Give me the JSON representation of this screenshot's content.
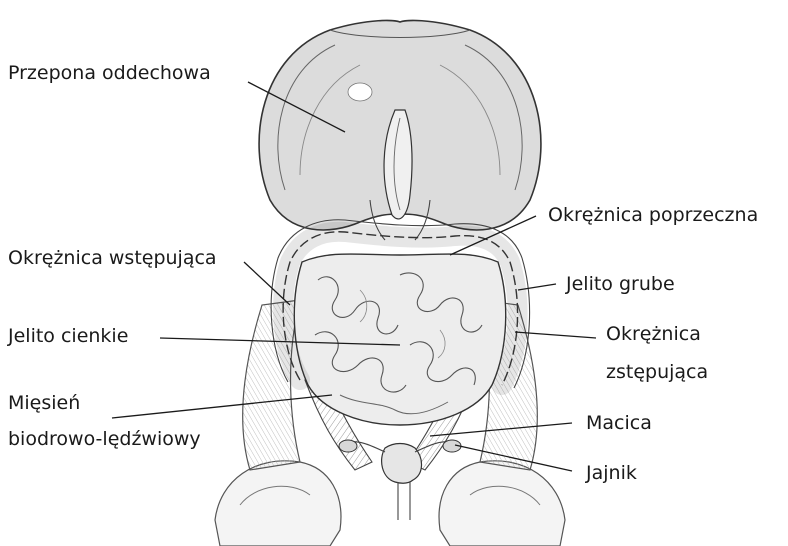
{
  "labels": {
    "przepona": "Przepona oddechowa",
    "poprzeczna": "Okrężnica poprzeczna",
    "wstepujaca": "Okrężnica wstępująca",
    "jelito_grube": "Jelito grube",
    "jelito_cienkie": "Jelito cienkie",
    "zstepujaca_line1": "Okrężnica",
    "zstepujaca_line2": "zstępująca",
    "miesien_line1": "Mięsień",
    "miesien_line2": "biodrowo-lędźwiowy",
    "macica": "Macica",
    "jajnik": "Jajnik"
  },
  "colors": {
    "ink": "#1a1a1a",
    "paper": "#ffffff",
    "shade": "#8a8a8a"
  },
  "illustration": "anatomical pencil drawing of abdominal organs"
}
